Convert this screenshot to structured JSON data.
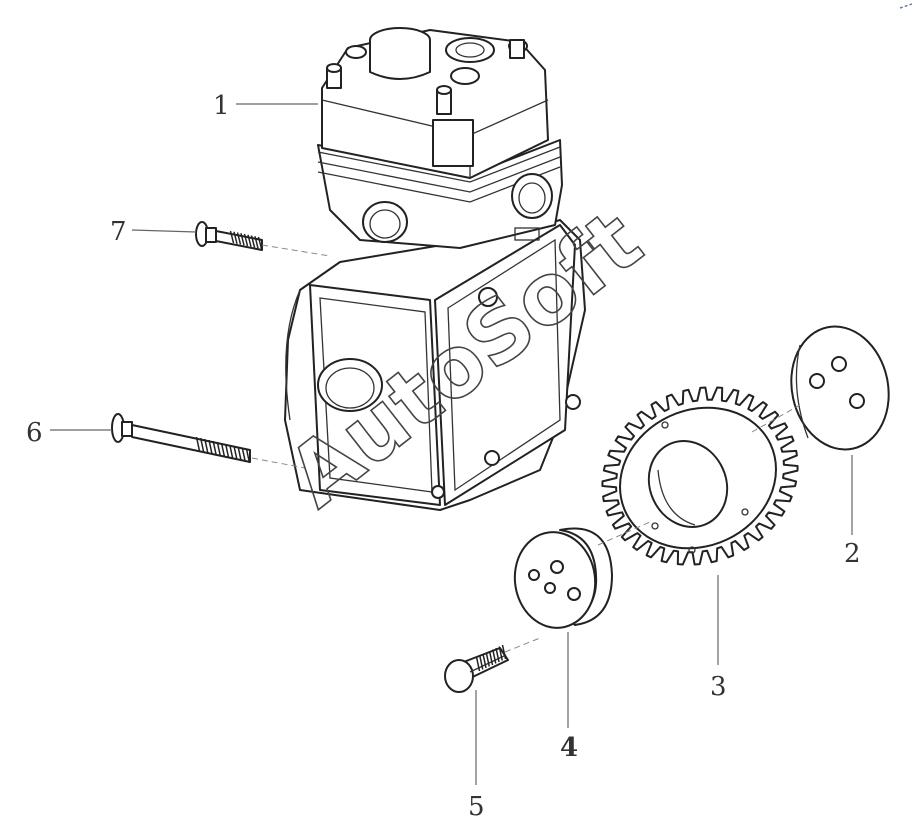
{
  "callouts": [
    {
      "id": "1",
      "text": "1"
    },
    {
      "id": "2",
      "text": "2"
    },
    {
      "id": "3",
      "text": "3"
    },
    {
      "id": "4",
      "text": "4"
    },
    {
      "id": "5",
      "text": "5"
    },
    {
      "id": "6",
      "text": "6"
    },
    {
      "id": "7",
      "text": "7"
    }
  ],
  "watermark": "AutoSoft"
}
